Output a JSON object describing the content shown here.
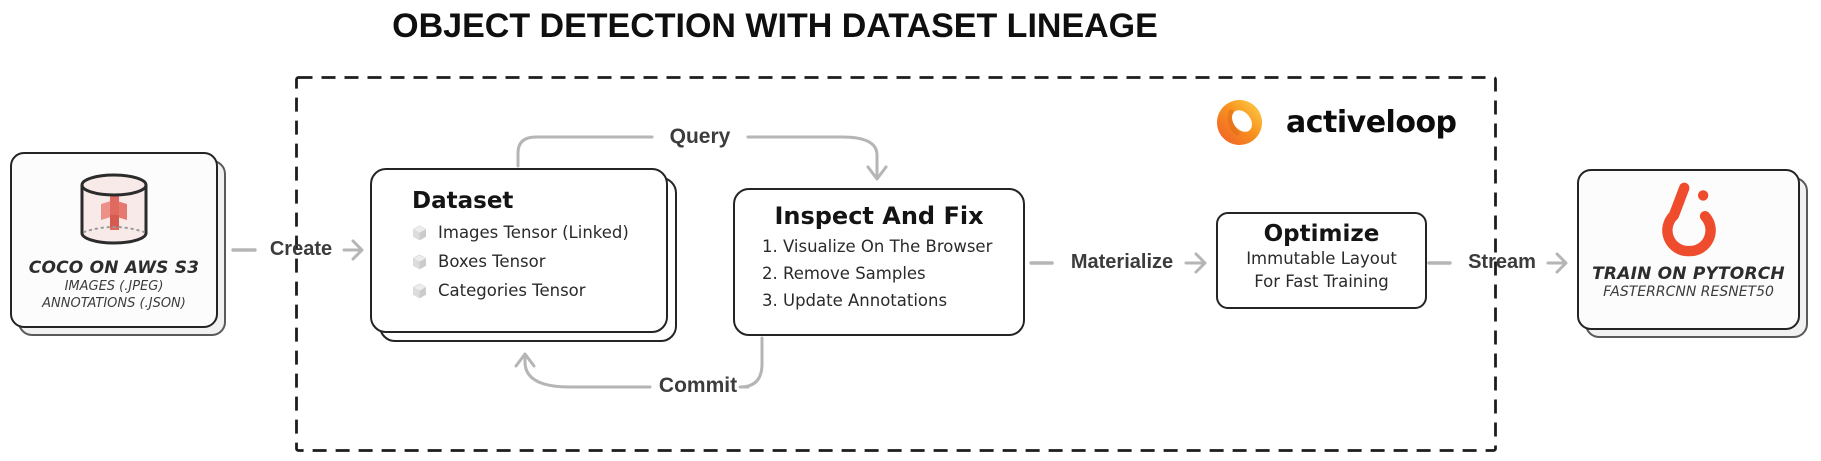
{
  "title": "OBJECT DETECTION WITH DATASET LINEAGE",
  "brand": {
    "name": "activeloop"
  },
  "source_card": {
    "title": "COCO ON AWS S3",
    "line1": "IMAGES (.JPEG)",
    "line2": "ANNOTATIONS (.JSON)",
    "icon": "s3-database-cylinder-icon"
  },
  "flow_labels": {
    "create": "Create",
    "query": "Query",
    "commit": "Commit",
    "materialize": "Materialize",
    "stream": "Stream"
  },
  "dataset_box": {
    "title": "Dataset",
    "items": [
      "Images Tensor (Linked)",
      "Boxes Tensor",
      "Categories Tensor"
    ],
    "item_icon": "tensor-cube-icon"
  },
  "inspect_box": {
    "title": "Inspect And Fix",
    "items": [
      "1. Visualize On The Browser",
      "2. Remove Samples",
      "3. Update Annotations"
    ]
  },
  "optimize_box": {
    "title": "Optimize",
    "line1": "Immutable Layout",
    "line2": "For Fast Training"
  },
  "target_card": {
    "title": "TRAIN ON PYTORCH",
    "subtitle": "FASTERRCNN RESNET50",
    "icon": "pytorch-flame-icon"
  },
  "colors": {
    "arrow_gray": "#b5b5b5",
    "label_dark": "#3c3c3c",
    "border_dark": "#242424",
    "pytorch_orange": "#ee4c2c",
    "activeloop_orange": "#f46d22",
    "activeloop_yellow": "#fcc63d",
    "s3_red": "#e06a60",
    "s3_pink_fill": "#f9eaea"
  }
}
